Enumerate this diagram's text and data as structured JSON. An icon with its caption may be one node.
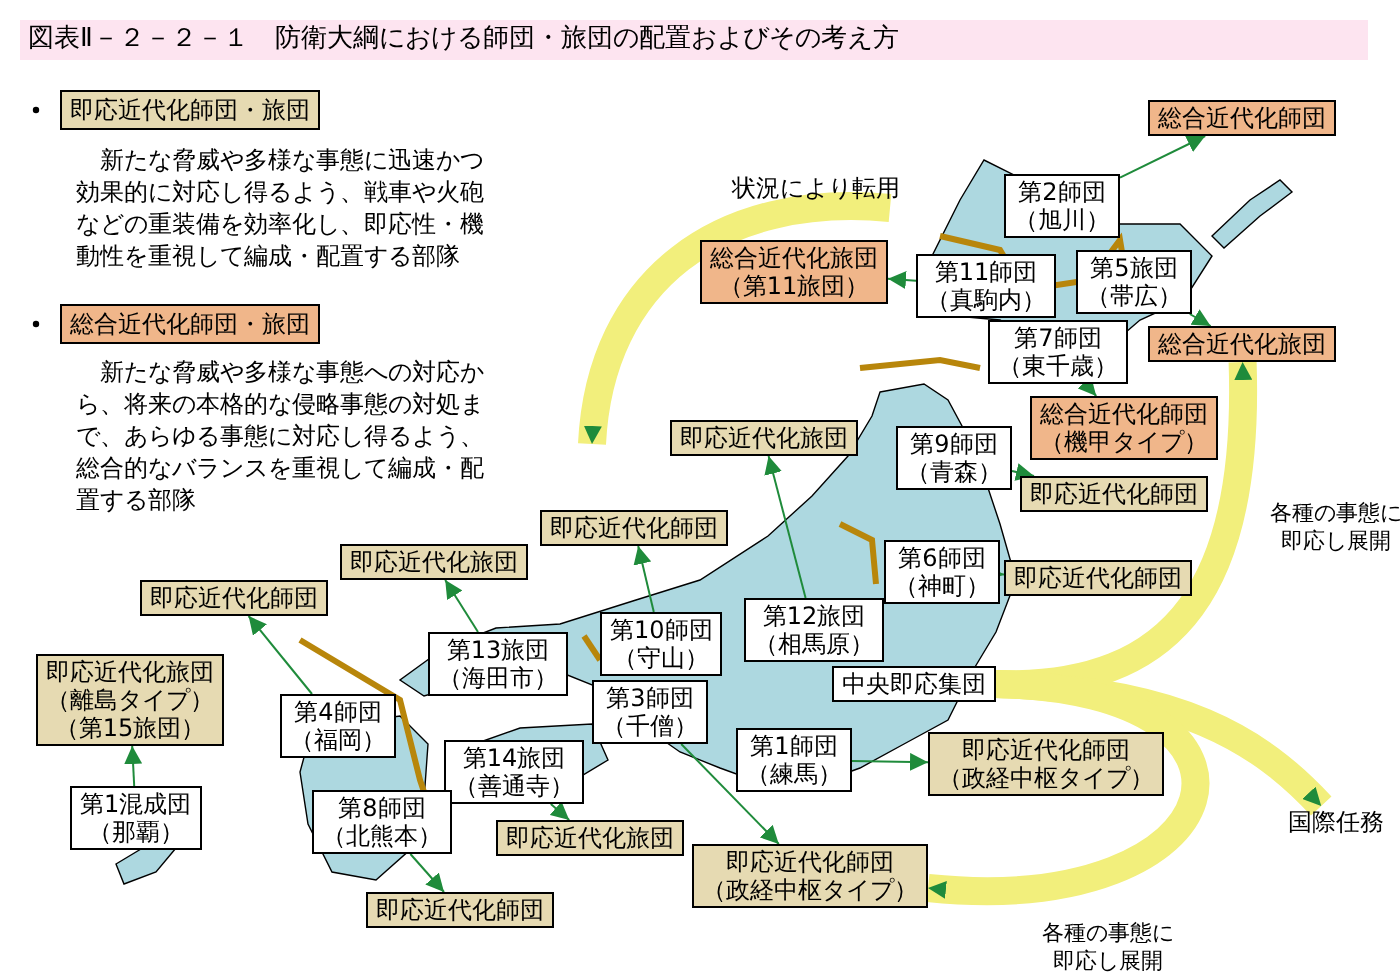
{
  "diagram": {
    "title": "図表Ⅱ－２－２－１　防衛大綱における師団・旅団の配置およびその考え方",
    "nodes": [
      {
        "text": [
          "総合近代化師団"
        ]
      },
      {
        "text": [
          "第2師団",
          "（旭川）"
        ]
      },
      {
        "text": [
          "総合近代化旅団",
          "（第11旅団）"
        ]
      },
      {
        "text": [
          "第11師団",
          "（真駒内）"
        ]
      },
      {
        "text": [
          "第5旅団",
          "（帯広）"
        ]
      },
      {
        "text": [
          "第7師団",
          "（東千歳）"
        ]
      },
      {
        "text": [
          "総合近代化旅団"
        ]
      },
      {
        "text": [
          "総合近代化師団",
          "（機甲タイプ）"
        ]
      },
      {
        "text": [
          "即応近代化旅団"
        ]
      },
      {
        "text": [
          "第9師団",
          "（青森）"
        ]
      },
      {
        "text": [
          "即応近代化師団"
        ]
      },
      {
        "text": [
          "即応近代化師団"
        ]
      },
      {
        "text": [
          "即応近代化旅団"
        ]
      },
      {
        "text": [
          "第10師団",
          "（守山）"
        ]
      },
      {
        "text": [
          "即応近代化師団"
        ]
      },
      {
        "text": [
          "第12旅団",
          "（相馬原）"
        ]
      },
      {
        "text": [
          "第6師団",
          "（神町）"
        ]
      },
      {
        "text": [
          "即応近代化師団"
        ]
      },
      {
        "text": [
          "即応近代化旅団",
          "（離島タイプ）",
          "（第15旅団）"
        ]
      },
      {
        "text": [
          "第13旅団",
          "（海田市）"
        ]
      },
      {
        "text": [
          "第4師団",
          "（福岡）"
        ]
      },
      {
        "text": [
          "第3師団",
          "（千僧）"
        ]
      },
      {
        "text": [
          "中央即応集団"
        ]
      },
      {
        "text": [
          "第14旅団",
          "（善通寺）"
        ]
      },
      {
        "text": [
          "第1師団",
          "（練馬）"
        ]
      },
      {
        "text": [
          "即応近代化師団",
          "（政経中枢タイプ）"
        ]
      },
      {
        "text": [
          "第1混成団",
          "（那覇）"
        ]
      },
      {
        "text": [
          "第8師団",
          "（北熊本）"
        ]
      },
      {
        "text": [
          "即応近代化旅団"
        ]
      },
      {
        "text": [
          "即応近代化師団",
          "（政経中枢タイプ）"
        ]
      },
      {
        "text": [
          "即応近代化師団"
        ]
      },
      {
        "text": [
          "国際任務"
        ]
      }
    ],
    "edges": [
      {
        "from": 1,
        "to": 0,
        "arrow": "to"
      },
      {
        "from": 3,
        "to": 2,
        "arrow": "to"
      },
      {
        "from": 4,
        "to": 6,
        "arrow": "to"
      },
      {
        "from": 5,
        "to": 7,
        "arrow": "to"
      },
      {
        "from": 9,
        "to": 10,
        "arrow": "to"
      },
      {
        "from": 15,
        "to": 8,
        "arrow": "to"
      },
      {
        "from": 13,
        "to": 11,
        "arrow": "to"
      },
      {
        "from": 16,
        "to": 17,
        "arrow": "to"
      },
      {
        "from": 19,
        "to": 12,
        "arrow": "to"
      },
      {
        "from": 20,
        "to": 14,
        "arrow": "to"
      },
      {
        "from": 26,
        "to": 18,
        "arrow": "to"
      },
      {
        "from": 24,
        "to": 25,
        "arrow": "to"
      },
      {
        "from": 21,
        "to": 29,
        "arrow": "to"
      },
      {
        "from": 23,
        "to": 28,
        "arrow": "to"
      },
      {
        "from": 27,
        "to": 30,
        "arrow": "to"
      },
      {
        "from": 22,
        "to": 6,
        "arrow": "to",
        "label": "各種の事態に即応し展開",
        "style": "thick",
        "color": "#f2ef7c"
      },
      {
        "from": 22,
        "to": 31,
        "arrow": "to",
        "style": "thick",
        "color": "#f2ef7c"
      },
      {
        "from": 22,
        "to": 29,
        "arrow": "to",
        "label": "各種の事態に即応し展開",
        "style": "thick",
        "color": "#f2ef7c"
      }
    ],
    "labels": [
      "新たな脅威や多様な事態に迅速かつ効果的に対応し得るよう、戦車や火砲などの重装備を効率化し、即応性・機動性を重視して編成・配置する部隊",
      "新たな脅威や多様な事態への対応から、将来の本格的な侵略事態の対処まで、あらゆる事態に対応し得るよう、総合的なバランスを重視して編成・配置する部隊",
      "状況により転用"
    ],
    "legend": [
      {
        "text": "即応近代化師団・旅団",
        "color": "#e6dab2"
      },
      {
        "text": "総合近代化師団・旅団",
        "color": "#f0b68a"
      }
    ]
  }
}
